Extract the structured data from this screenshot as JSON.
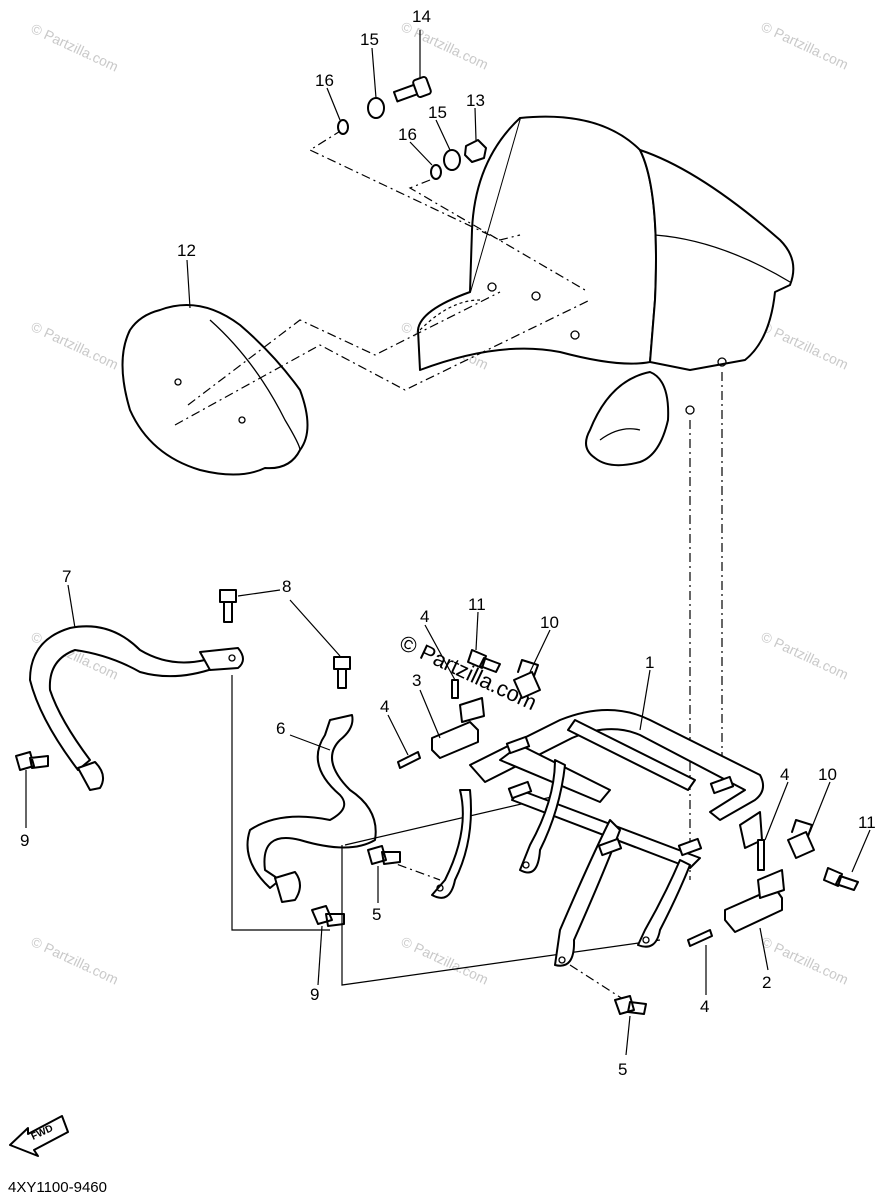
{
  "diagram": {
    "callouts": {
      "c1": "1",
      "c2": "2",
      "c3": "3",
      "c4a": "4",
      "c4b": "4",
      "c4c": "4",
      "c4d": "4",
      "c5a": "5",
      "c5b": "5",
      "c6": "6",
      "c7": "7",
      "c8": "8",
      "c9a": "9",
      "c9b": "9",
      "c10a": "10",
      "c10b": "10",
      "c11a": "11",
      "c11b": "11",
      "c12": "12",
      "c13": "13",
      "c14": "14",
      "c15a": "15",
      "c15b": "15",
      "c16a": "16",
      "c16b": "16"
    },
    "part_code": "4XY1100-9460",
    "fwd_label": "FWD",
    "watermark_small": "© Partzilla.com",
    "watermark_center": "© Partzilla.com"
  }
}
